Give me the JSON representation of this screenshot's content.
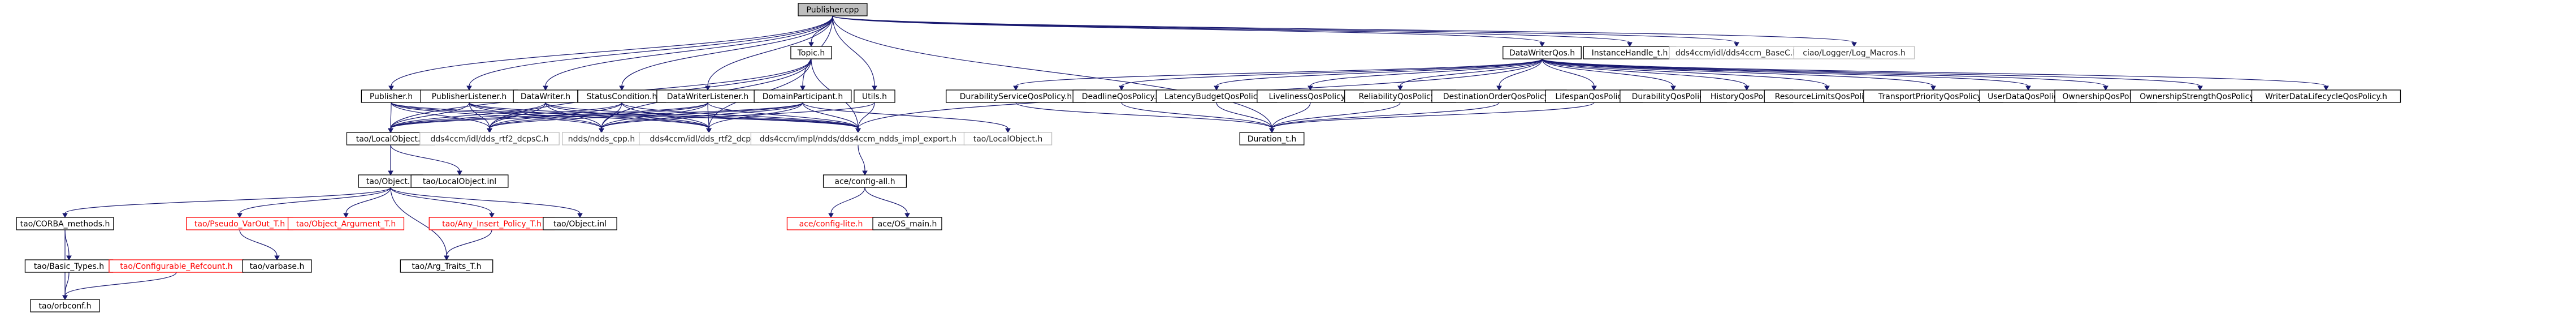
{
  "graph": {
    "colors": {
      "edge": "#191970",
      "root_fill": "#bfbfbf",
      "missing_border": "#bfbfbf",
      "red_border": "#ff0000",
      "node_border": "#000000"
    },
    "nodes": [
      {
        "id": "publisher_cpp",
        "label": "Publisher.cpp",
        "style": "root"
      },
      {
        "id": "topic_h",
        "label": "Topic.h",
        "style": "normal"
      },
      {
        "id": "datawriterqos_h",
        "label": "DataWriterQos.h",
        "style": "normal"
      },
      {
        "id": "instancehandle_t_h",
        "label": "InstanceHandle_t.h",
        "style": "normal"
      },
      {
        "id": "dds4ccm_basec_h",
        "label": "dds4ccm/idl/dds4ccm_BaseC.h",
        "style": "missing"
      },
      {
        "id": "ciao_log_macros_h",
        "label": "ciao/Logger/Log_Macros.h",
        "style": "missing"
      },
      {
        "id": "publisher_h",
        "label": "Publisher.h",
        "style": "normal"
      },
      {
        "id": "publisherlistener_h",
        "label": "PublisherListener.h",
        "style": "normal"
      },
      {
        "id": "datawriter_h",
        "label": "DataWriter.h",
        "style": "normal"
      },
      {
        "id": "statuscondition_h",
        "label": "StatusCondition.h",
        "style": "normal"
      },
      {
        "id": "datawriterlistener_h",
        "label": "DataWriterListener.h",
        "style": "normal"
      },
      {
        "id": "domainparticipant_h",
        "label": "DomainParticipant.h",
        "style": "normal"
      },
      {
        "id": "utils_h",
        "label": "Utils.h",
        "style": "normal"
      },
      {
        "id": "durabilityserviceqospolicy_h",
        "label": "DurabilityServiceQosPolicy.h",
        "style": "normal"
      },
      {
        "id": "deadlineqospolicy_h",
        "label": "DeadlineQosPolicy.h",
        "style": "normal"
      },
      {
        "id": "latencybudgetqospolicy_h",
        "label": "LatencyBudgetQosPolicy.h",
        "style": "normal"
      },
      {
        "id": "livelinessqospolicy_h",
        "label": "LivelinessQosPolicy.h",
        "style": "normal"
      },
      {
        "id": "reliabilityqospolicy_h",
        "label": "ReliabilityQosPolicy.h",
        "style": "normal"
      },
      {
        "id": "destinationorderqospolicy_h",
        "label": "DestinationOrderQosPolicy.h",
        "style": "normal"
      },
      {
        "id": "lifespanqospolicy_h",
        "label": "LifespanQosPolicy.h",
        "style": "normal"
      },
      {
        "id": "durabilityqospolicy_h",
        "label": "DurabilityQosPolicy.h",
        "style": "normal"
      },
      {
        "id": "historyqospolicy_h",
        "label": "HistoryQosPolicy.h",
        "style": "normal"
      },
      {
        "id": "resourcelimitsqospolicy_h",
        "label": "ResourceLimitsQosPolicy.h",
        "style": "normal"
      },
      {
        "id": "transportpriorityqospolicy_h",
        "label": "TransportPriorityQosPolicy.h",
        "style": "normal"
      },
      {
        "id": "userdataqospolicy_h",
        "label": "UserDataQosPolicy.h",
        "style": "normal"
      },
      {
        "id": "ownershipqospolicy_h",
        "label": "OwnershipQosPolicy.h",
        "style": "normal"
      },
      {
        "id": "ownershipstrengthqospolicy_h",
        "label": "OwnershipStrengthQosPolicy.h",
        "style": "normal"
      },
      {
        "id": "writerdatalifecycleqospolicy_h",
        "label": "WriterDataLifecycleQosPolicy.h",
        "style": "normal"
      },
      {
        "id": "tao_localobject_h",
        "label": "tao/LocalObject.h",
        "style": "normal"
      },
      {
        "id": "dds_rtf2_dcps_lc_h",
        "label": "dds4ccm/idl/dds_rtf2_dcpsC.h",
        "style": "missing"
      },
      {
        "id": "ndds_ndds_cpp_h",
        "label": "ndds/ndds_cpp.h",
        "style": "missing"
      },
      {
        "id": "dds_rtf2_dcps_uc_h",
        "label": "dds4ccm/idl/dds_rtf2_dcpsC.h",
        "style": "missing"
      },
      {
        "id": "dds4ccm_ndds_impl_export_h",
        "label": "dds4ccm/impl/ndds/dds4ccm_ndds_impl_export.h",
        "style": "missing"
      },
      {
        "id": "tao_localobject_h2",
        "label": "tao/LocalObject.h",
        "style": "missing"
      },
      {
        "id": "duration_t_h",
        "label": "Duration_t.h",
        "style": "normal"
      },
      {
        "id": "tao_object_h",
        "label": "tao/Object.h",
        "style": "normal"
      },
      {
        "id": "tao_localobject_inl",
        "label": "tao/LocalObject.inl",
        "style": "normal"
      },
      {
        "id": "ace_config_all_h",
        "label": "ace/config-all.h",
        "style": "normal"
      },
      {
        "id": "tao_corba_methods_h",
        "label": "tao/CORBA_methods.h",
        "style": "normal"
      },
      {
        "id": "tao_pseudo_varout_t_h",
        "label": "tao/Pseudo_VarOut_T.h",
        "style": "red"
      },
      {
        "id": "tao_object_argument_t_h",
        "label": "tao/Object_Argument_T.h",
        "style": "red"
      },
      {
        "id": "tao_any_insert_policy_t_h",
        "label": "tao/Any_Insert_Policy_T.h",
        "style": "red"
      },
      {
        "id": "tao_object_inl",
        "label": "tao/Object.inl",
        "style": "normal"
      },
      {
        "id": "ace_config_lite_h",
        "label": "ace/config-lite.h",
        "style": "red"
      },
      {
        "id": "ace_os_main_h",
        "label": "ace/OS_main.h",
        "style": "normal"
      },
      {
        "id": "tao_basic_types_h",
        "label": "tao/Basic_Types.h",
        "style": "normal"
      },
      {
        "id": "tao_configurable_refcount_h",
        "label": "tao/Configurable_Refcount.h",
        "style": "red"
      },
      {
        "id": "tao_varbase_h",
        "label": "tao/varbase.h",
        "style": "normal"
      },
      {
        "id": "tao_arg_traits_t_h",
        "label": "tao/Arg_Traits_T.h",
        "style": "normal"
      },
      {
        "id": "tao_orbconf_h",
        "label": "tao/orbconf.h",
        "style": "normal"
      }
    ]
  }
}
